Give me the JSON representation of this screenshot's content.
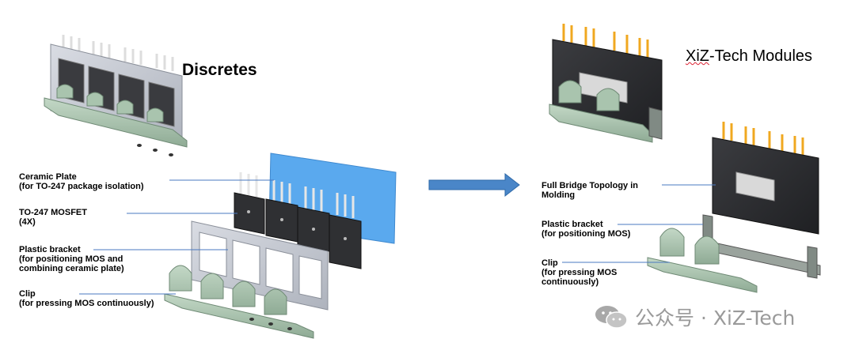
{
  "headings": {
    "discretes": "Discretes",
    "xiz_prefix": "XiZ",
    "xiz_suffix": "-Tech Modules"
  },
  "left_labels": {
    "ceramic_plate": [
      "Ceramic Plate",
      "(for TO-247 package isolation)"
    ],
    "mosfet": [
      "TO-247 MOSFET",
      "(4X)"
    ],
    "plastic_bracket": [
      "Plastic bracket",
      "(for positioning MOS and",
      "combining ceramic plate)"
    ],
    "clip": [
      "Clip",
      "(for pressing MOS continuously)"
    ]
  },
  "right_labels": {
    "full_bridge": [
      "Full Bridge Topology in",
      "Molding"
    ],
    "plastic_bracket": [
      "Plastic bracket",
      "(for positioning MOS)"
    ],
    "clip": [
      "Clip",
      "(for pressing MOS",
      "continuously)"
    ]
  },
  "watermark": {
    "text": "公众号 · XiZ-Tech",
    "icon": "wechat-icon"
  },
  "colors": {
    "arrow_fill": "#4a86c8",
    "ceramic_plate": "#5aa9ee",
    "mos_body": "#2f3033",
    "mold_body": "#2a2b2e",
    "bracket": "#c8ccd4",
    "clip": "#a9c4ae",
    "lead_gold": "#f0a820",
    "pointer_line": "#4a78c0"
  }
}
